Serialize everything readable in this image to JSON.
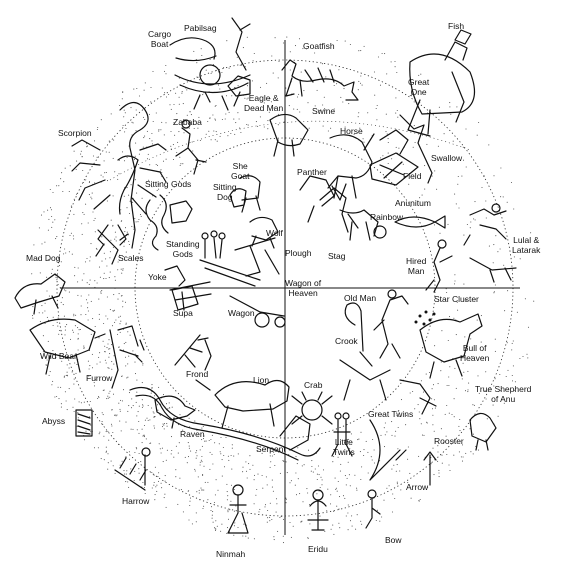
{
  "labels": {
    "pabilsag": "Pabilsag",
    "cargo_boat": "Cargo\nBoat",
    "goatfish": "Goatfish",
    "fish": "Fish",
    "great_one": "Great\nOne",
    "eagle_dead_man": "Eagle &\nDead Man",
    "swine": "Swine",
    "zababa": "Zababa",
    "horse": "Horse",
    "swallow": "Swallow",
    "scorpion": "Scorpion",
    "she_goat": "She\nGoat",
    "panther": "Panther",
    "field": "Field",
    "sitting_gods": "Sitting Gods",
    "sitting_dog": "Sitting\nDog",
    "anunitum": "Anunitum",
    "rainbow": "Rainbow",
    "wolf": "Wolf",
    "lulal_latarak": "Lulal &\nLatarak",
    "standing_gods": "Standing\nGods",
    "plough": "Plough",
    "stag": "Stag",
    "hired_man": "Hired\nMan",
    "mad_dog": "Mad Dog",
    "scales": "Scales",
    "yoke": "Yoke",
    "wagon_of_heaven": "Wagon of\nHeaven",
    "old_man": "Old Man",
    "star_cluster": "Star Cluster",
    "supa": "Supa",
    "wagon": "Wagon",
    "crook": "Crook",
    "bull_of_heaven": "Bull of\nHeaven",
    "wild_boar": "Wild Boar",
    "furrow": "Furrow",
    "frond": "Frond",
    "lion": "Lion",
    "crab": "Crab",
    "true_shepherd": "True Shepherd\nof Anu",
    "great_twins": "Great Twins",
    "abyss": "Abyss",
    "raven": "Raven",
    "little_twins": "Little\nTwins",
    "rooster": "Rooster",
    "serpent": "Serpent",
    "arrow": "Arrow",
    "harrow": "Harrow",
    "eridu": "Eridu",
    "bow": "Bow",
    "ninmah": "Ninmah"
  }
}
